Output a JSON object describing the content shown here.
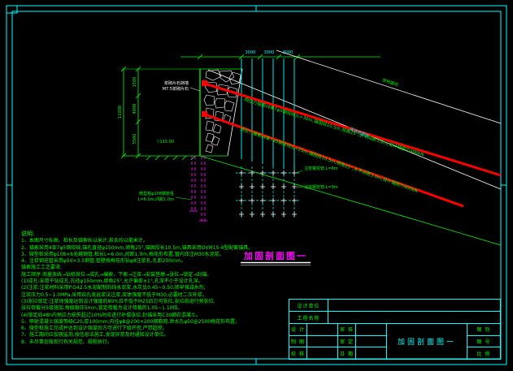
{
  "colors": {
    "background": "#000000",
    "frame": "#00ffff",
    "line_green": "#00ff00",
    "anchor_red": "#ff0000",
    "pile_magenta": "#ff00ff",
    "text_white": "#ffffff"
  },
  "drawing": {
    "section_title": "加固剖面图一",
    "dims": {
      "top": [
        "3000",
        "3000",
        "3000"
      ],
      "left": [
        "1500",
        "4000",
        "5500"
      ],
      "left_total": "11000"
    },
    "labels": {
      "wall_1": "浆砌片石挡墙",
      "wall_2": "M7.5浆砌片石",
      "base_elev": "▽115.00",
      "micropile_1": "微型桩φ108钢管桩",
      "micropile_2": "L=6.0m,间距1.0m",
      "anchor_1": "预应力锚索(4束7φ5钢绞线)L=30m,锚固段10.5m,倾角25°,水平间距3.0m,设计锚固力400kN",
      "anchor_2": "预应力锚索(4束7φ5钢绞线)L=25m,锚固段10.5m,倾角25°,水平间距3.0m,设计锚固力400kN",
      "ground_upper": "原地面线",
      "ground_lower": "现状地面线",
      "grout_1": "注浆钢花管,L=6m",
      "grout_2": "注浆钢花管,L=9m"
    }
  },
  "notes": {
    "title": "说明:",
    "lines": [
      "1、本图尺寸标高、桩长及锚索长以米计,其余均以毫米计。",
      "2、锚索采用4束7φ5钢绞线,锚孔直径φ150mm,倾角25°,锚固段长10.5m,锚具采用OVM15-4型配套锚具。",
      "3、微型桩采用φ108×6无缝钢管,桩长L=6.0m,间距1.0m,梅花形布置,管内压注M30水泥浆。",
      "4、注浆钢花管采用φ50×3.5钢管,管壁按梅花形钻φ8注浆孔,孔距200mm。",
      "锚索施工工艺要求:",
      "施工顺序:测量放线→钻机就位→成孔→编索、下索→注浆→安装垫墩→张拉→锁定→封锚。",
      "(1)成孔:采用干钻成孔,孔径φ150mm,倾角25°,允许偏差±1°,孔深不小于设计孔深。",
      "(2)注浆:注浆材料采用P.O42.5水泥配制的纯水泥浆,水灰比0.45~0.50,掺早强减水剂,",
      "注浆压力0.5~1.0MPa,采用自孔底返浆法注浆,浆体强度不低于M30,必要时二次补浆。",
      "(3)张拉锁定:注浆体强度达到设计强度的80%且不低于M25后方可张拉,张拉前进行预张拉,",
      "张拉荷载分5级施加,每级稳压5min,锁定荷载为设计荷载的1.05~1.10倍。",
      "(4)锁定后48h内预应力损失超过10%时应进行补偿张拉,封锚采用C30细石混凝土。",
      "5、喷射混凝土强度等级C20,厚100mm,内挂φ8@200×200钢筋网,泄水孔φ50@2500梅花形布置。",
      "6、微型桩施工完成并达到设计强度后方可进行下级开挖,严禁超挖。",
      "7、施工期间应加强监测,按信息法施工,发现异常及时通知设计单位。",
      "8、未尽事宜按现行有关规范、规程执行。"
    ]
  },
  "title_block": {
    "company_label": "设计单位",
    "company_value": "",
    "project_label": "工程名称",
    "project_value": "",
    "staff": [
      {
        "role": "设 计",
        "name": ""
      },
      {
        "role": "制 图",
        "name": ""
      },
      {
        "role": "校 核",
        "name": ""
      }
    ],
    "staff2": [
      {
        "role": "审 核",
        "name": ""
      },
      {
        "role": "审 定",
        "name": ""
      },
      {
        "role": "日 期",
        "name": ""
      }
    ],
    "drawing_title": "加固剖面图一",
    "meta": [
      {
        "label": "图 别",
        "value": ""
      },
      {
        "label": "图 号",
        "value": ""
      },
      {
        "label": "比 例",
        "value": ""
      }
    ]
  }
}
